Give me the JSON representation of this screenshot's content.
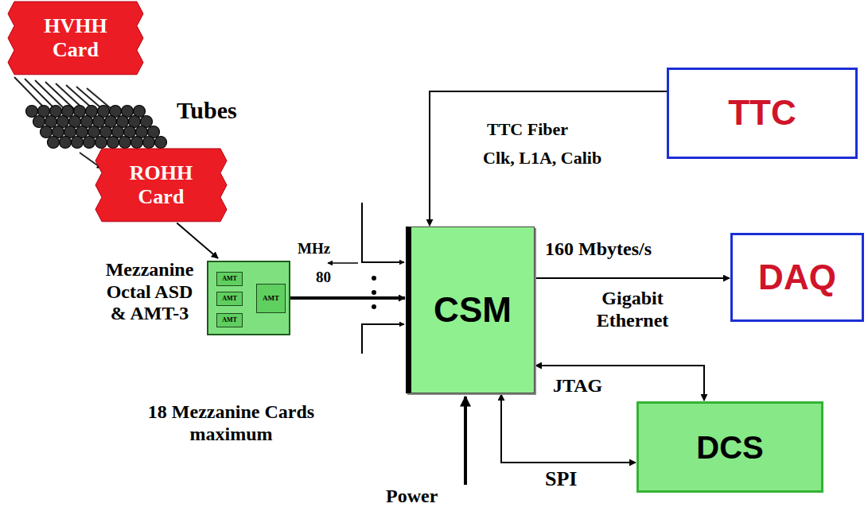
{
  "diagram": {
    "nodes": [
      {
        "text": [
          "HVHH Card"
        ]
      },
      {
        "text": [
          "ROHH Card"
        ]
      },
      {
        "text": [
          "Mezzanine Octal ASD & AMT-3"
        ]
      },
      {
        "text": [
          "AMT"
        ],
        "in": 2
      },
      {
        "text": [
          "AMT"
        ],
        "in": 2
      },
      {
        "text": [
          "AMT"
        ],
        "in": 2
      },
      {
        "text": [
          "AMT"
        ],
        "in": 2
      },
      {
        "text": [
          "CSM"
        ]
      },
      {
        "text": [
          "TTC"
        ]
      },
      {
        "text": [
          "DAQ"
        ]
      },
      {
        "text": [
          "DCS"
        ]
      }
    ],
    "edges": [
      {
        "from": 1,
        "to": 2,
        "arrow": "to"
      },
      {
        "from": 2,
        "to": 7,
        "arrow": "to"
      },
      {
        "from": 8,
        "to": 7,
        "label": "TTC Fiber",
        "arrow": "to"
      },
      {
        "from": 7,
        "to": 9,
        "label": "160 Mbytes/s",
        "arrow": "to"
      },
      {
        "from": 7,
        "to": 10,
        "label": "JTAG",
        "arrow": "both"
      },
      {
        "from": 7,
        "to": 10,
        "label": "SPI",
        "arrow": "both"
      }
    ],
    "labels": [
      "Tubes",
      "Clk, L1A, Calib",
      "MHz",
      "80",
      "Gigabit Ethernet",
      "18 Mezzanine Cards maximum",
      "Power"
    ]
  }
}
